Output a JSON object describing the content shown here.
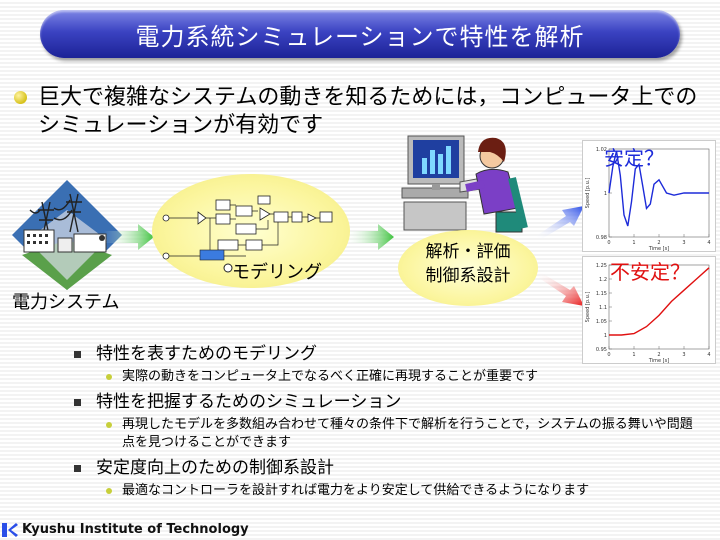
{
  "title": "電力系統シミュレーションで特性を解析",
  "lead": "巨大で複雑なシステムの動きを知るためには，コンピュータ上でのシミュレーションが有効です",
  "diagram": {
    "power_label": "電力システム",
    "model_label": "モデリング",
    "analysis_line1": "解析・評価",
    "analysis_line2": "制御系設計",
    "stable_label": "安定？",
    "unstable_label": "不安定？"
  },
  "stable_plot": {
    "ylabel": "Speed [p.u.]",
    "xlabel": "Time [s]",
    "yticks": [
      "1.02",
      "1",
      "0.98"
    ],
    "xticks": [
      "0",
      "1",
      "2",
      "3",
      "4"
    ]
  },
  "unstable_plot": {
    "ylabel": "Speed [p.u.]",
    "xlabel": "Time [s]",
    "yticks": [
      "1.25",
      "1.2",
      "1.15",
      "1.1",
      "1.05",
      "1",
      "0.95"
    ],
    "xticks": [
      "0",
      "1",
      "2",
      "3",
      "4"
    ]
  },
  "bullets": [
    {
      "heading": "特性を表すためのモデリング",
      "sub": "実際の動きをコンピュータ上でなるべく正確に再現することが重要です"
    },
    {
      "heading": "特性を把握するためのシミュレーション",
      "sub": "再現したモデルを多数組み合わせて種々の条件下で解析を行うことで，システムの振る舞いや問題点を見つけることができます"
    },
    {
      "heading": "安定度向上のための制御系設計",
      "sub": "最適なコントローラを設計すれば電力をより安定して供給できるようになります"
    }
  ],
  "footer": "Kyushu Institute of Technology",
  "colors": {
    "title_bg": "#2a31b0",
    "stable": "#1d2bd9",
    "unstable": "#e01010",
    "arrow_green": "#3ec23e"
  },
  "chart_data": [
    {
      "type": "line",
      "title": "安定？",
      "xlabel": "Time [s]",
      "ylabel": "Speed [p.u.]",
      "xlim": [
        0,
        4
      ],
      "ylim": [
        0.98,
        1.02
      ],
      "series": [
        {
          "x": [
            0,
            0.15,
            0.3,
            0.45,
            0.6,
            0.75,
            0.9,
            1.05,
            1.2,
            1.35,
            1.5,
            1.65,
            1.8,
            2.0,
            2.3,
            2.6,
            3.0,
            3.5,
            4.0
          ],
          "values": [
            1.0,
            1.012,
            1.019,
            1.008,
            0.99,
            0.985,
            0.996,
            1.011,
            1.013,
            1.003,
            0.993,
            0.995,
            1.004,
            1.006,
            1.0,
            0.999,
            1.0,
            1.0,
            1.0
          ]
        }
      ]
    },
    {
      "type": "line",
      "title": "不安定？",
      "xlabel": "Time [s]",
      "ylabel": "Speed [p.u.]",
      "xlim": [
        0,
        4
      ],
      "ylim": [
        0.95,
        1.25
      ],
      "series": [
        {
          "x": [
            0,
            0.5,
            1.0,
            1.5,
            2.0,
            2.5,
            3.0,
            3.5,
            4.0
          ],
          "values": [
            1.0,
            1.0,
            1.005,
            1.03,
            1.07,
            1.12,
            1.16,
            1.2,
            1.24
          ]
        }
      ]
    }
  ]
}
